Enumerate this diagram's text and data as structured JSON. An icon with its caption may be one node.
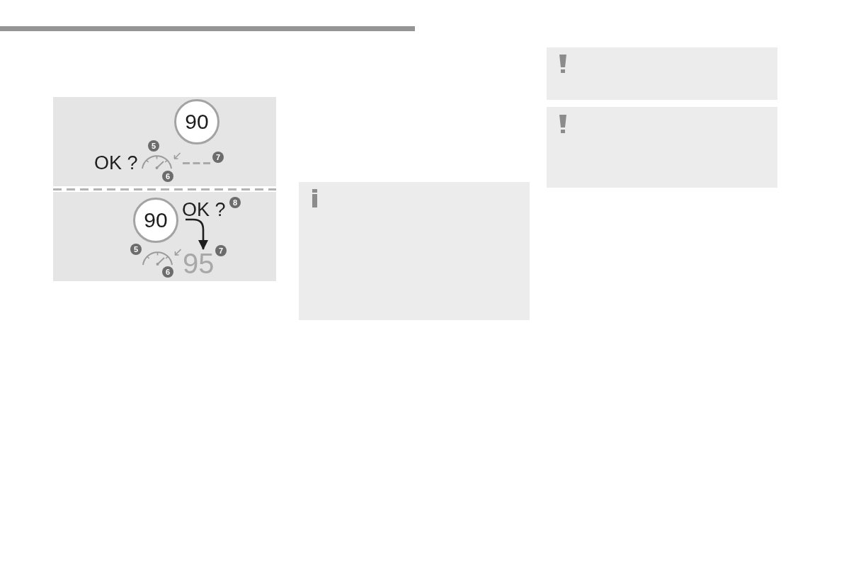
{
  "diagram": {
    "nodes": [
      {
        "text": [],
        "shape": "box"
      },
      {
        "text": [
          "90"
        ],
        "in": 0
      },
      {
        "text": [],
        "shape": "box"
      },
      {
        "text": [
          "90"
        ],
        "in": 2
      },
      {
        "text": [
          "OK ?"
        ],
        "in": 2
      },
      {
        "text": [
          "95"
        ],
        "in": 2
      },
      {
        "text": [],
        "shape": "box"
      },
      {
        "text": [],
        "shape": "box"
      },
      {
        "text": [],
        "shape": "box"
      }
    ],
    "edges": [
      {
        "from": 4,
        "to": 5,
        "arrow": "to"
      }
    ],
    "labels": [
      "5",
      "OK ?",
      "7",
      "6",
      "8",
      "5",
      "7",
      "6"
    ]
  }
}
